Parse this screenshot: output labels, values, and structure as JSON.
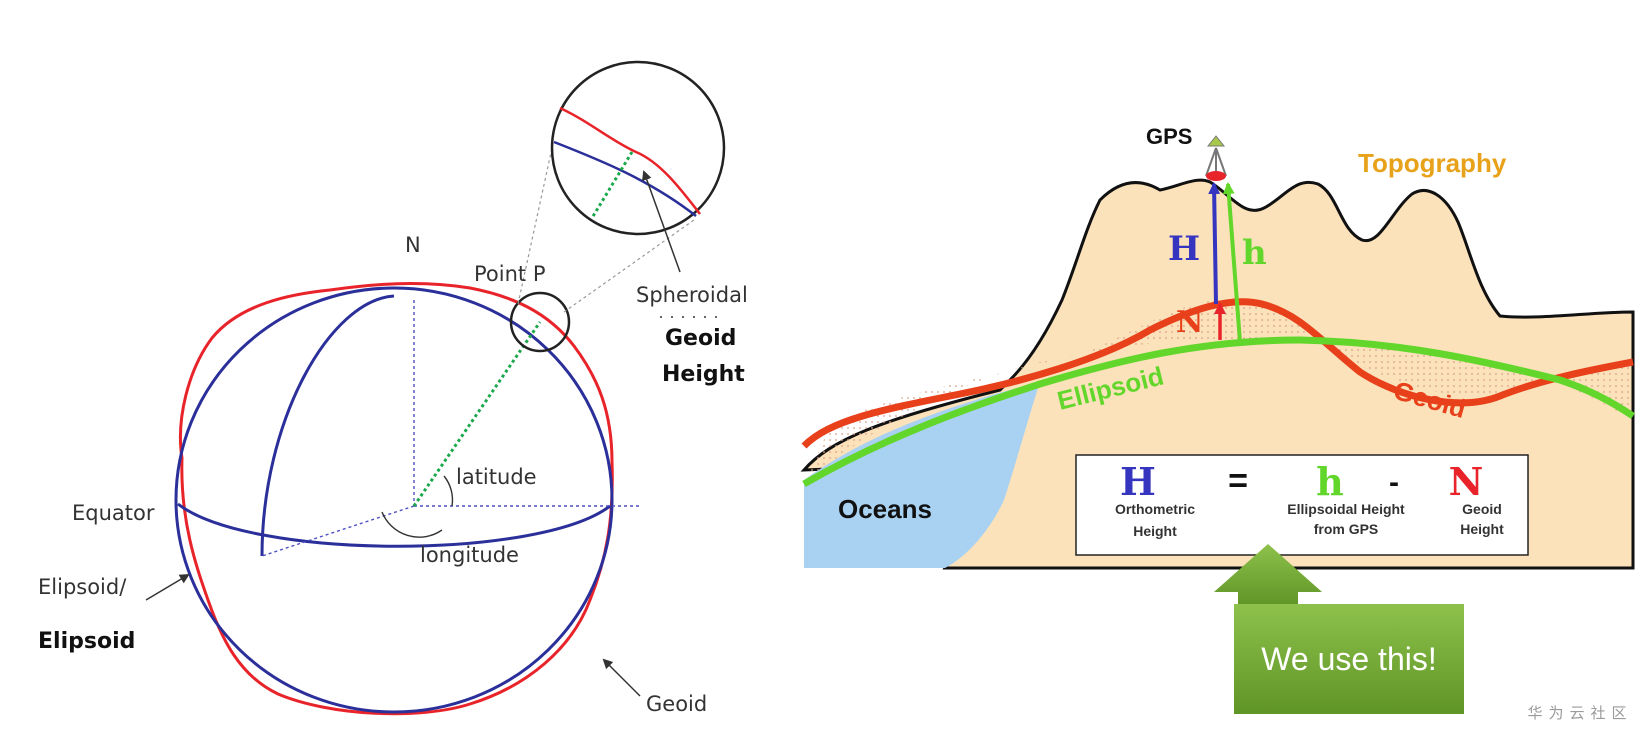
{
  "left_diagram": {
    "labels": {
      "north": "N",
      "point": "Point P",
      "spheroidal": "Spheroidal",
      "geoid_height_1": "Geoid",
      "geoid_height_2": "Height",
      "latitude": "latitude",
      "longitude": "longitude",
      "equator": "Equator",
      "ellipsoid_1": "Elipsoid/",
      "ellipsoid_2": "Elipsoid",
      "geoid": "Geoid"
    },
    "colors": {
      "ellipsoid": "#2b2f9a",
      "geoid": "#e8242a",
      "normal": "#1aa84a"
    }
  },
  "right_diagram": {
    "labels": {
      "gps": "GPS",
      "topography": "Topography",
      "H": "H",
      "h": "h",
      "N": "N",
      "ellipsoid": "Ellipsoid",
      "geoid": "Geoid",
      "oceans": "Oceans"
    },
    "formula": {
      "H": "H",
      "equals": "=",
      "h": "h",
      "minus": "-",
      "N": "N",
      "H_desc_1": "Orthometric",
      "H_desc_2": "Height",
      "h_desc_1": "Ellipsoidal Height",
      "h_desc_2": "from GPS",
      "N_desc_1": "Geoid",
      "N_desc_2": "Height"
    },
    "callout": "We use this!",
    "colors": {
      "terrain": "#fbe2bb",
      "ocean": "#a9d1f2",
      "geoid": "#e8401a",
      "ellipsoid": "#63d62b",
      "ortho": "#3535c0",
      "topography_label": "#e8a21a"
    }
  },
  "watermark": "华为云社区"
}
